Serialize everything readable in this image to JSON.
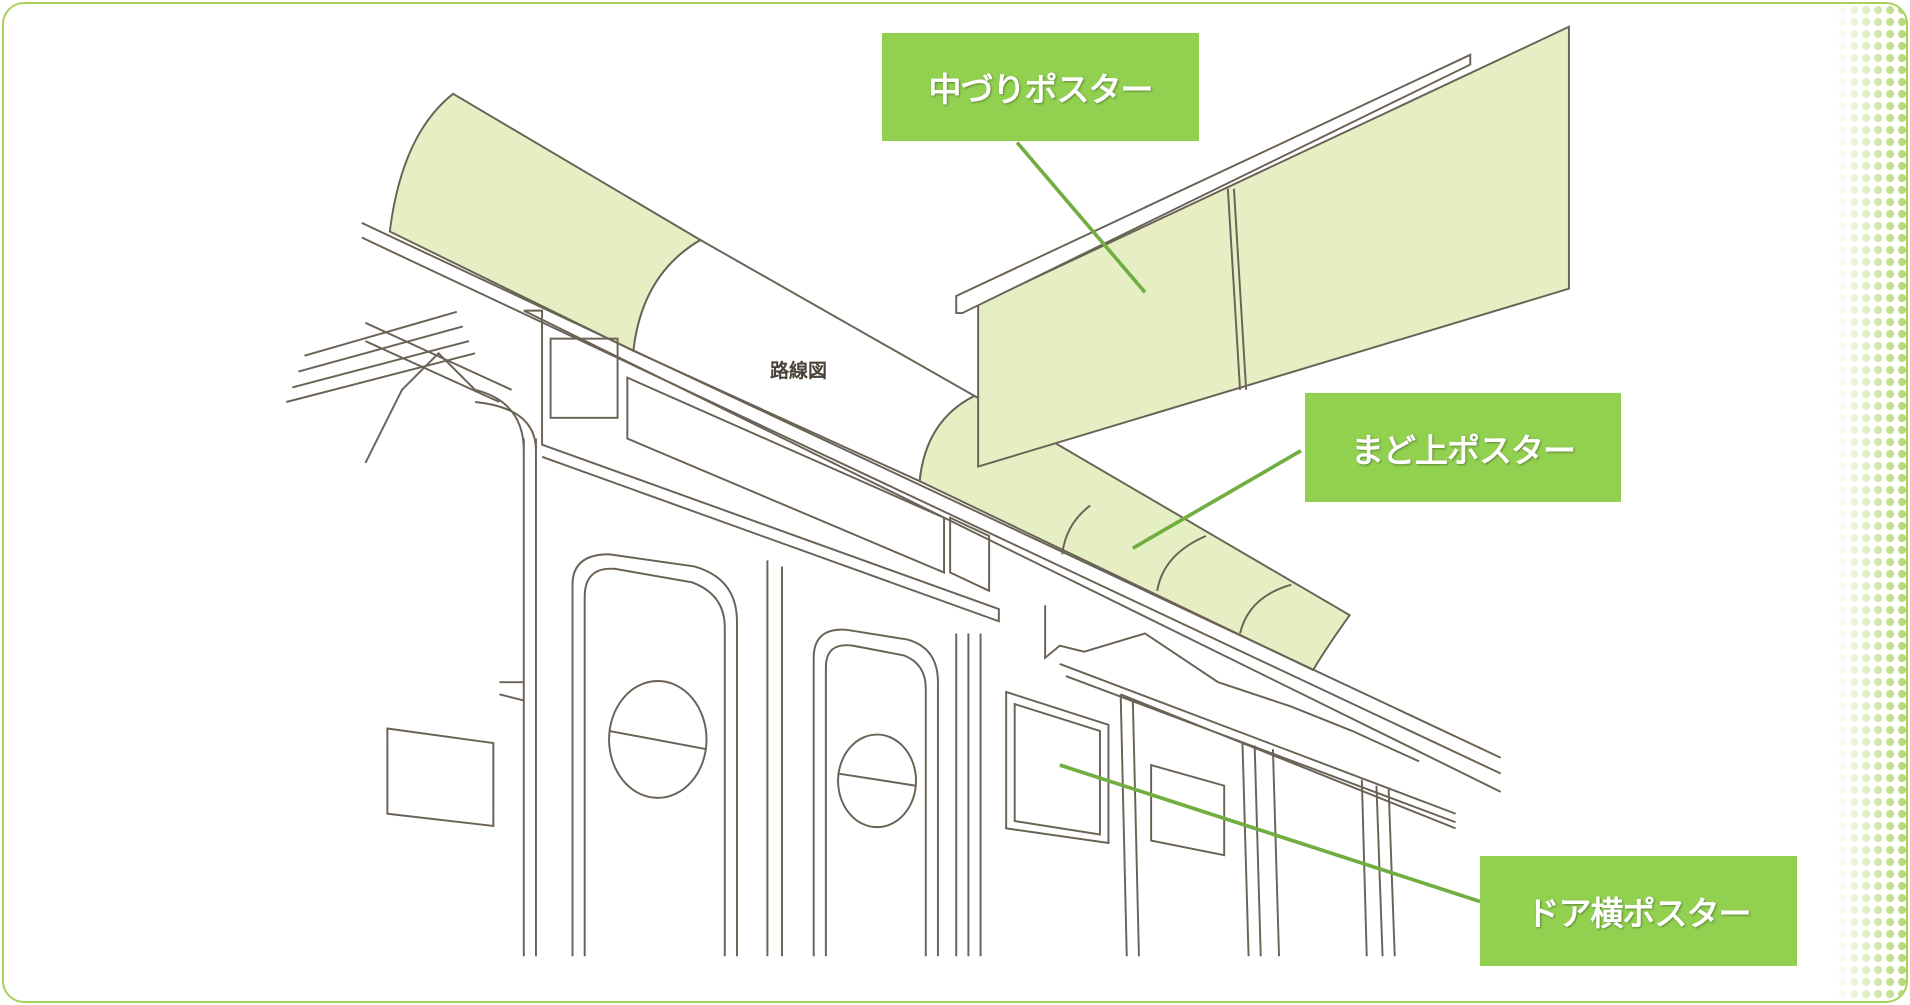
{
  "labels": {
    "hanging": "中づりポスター",
    "above_window": "まど上ポスター",
    "door_side": "ドア横ポスター"
  },
  "route_map_label": "路線図",
  "colors": {
    "label_bg": "#92d050",
    "poster_fill": "#e6efc4",
    "leader": "#6fae3f",
    "frame": "#a9d05a"
  }
}
